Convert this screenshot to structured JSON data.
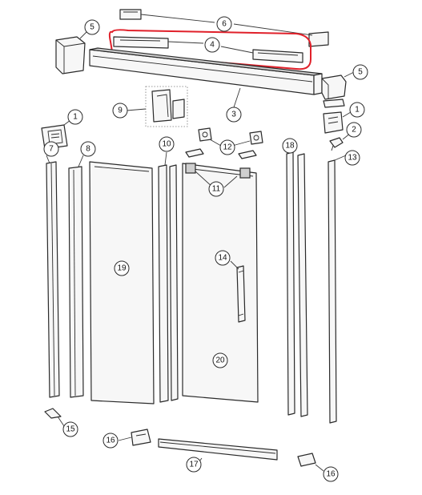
{
  "diagram": {
    "highlight_color": "#e0202a",
    "callouts": {
      "c1a": "1",
      "c1b": "1",
      "c2": "2",
      "c3": "3",
      "c4": "4",
      "c5a": "5",
      "c5b": "5",
      "c6": "6",
      "c7": "7",
      "c8": "8",
      "c9": "9",
      "c10": "10",
      "c11": "11",
      "c12": "12",
      "c13": "13",
      "c14": "14",
      "c15": "15",
      "c16": "16",
      "c17": "17",
      "c18": "18",
      "c19": "19",
      "c20": "20",
      "c21": "16"
    }
  }
}
